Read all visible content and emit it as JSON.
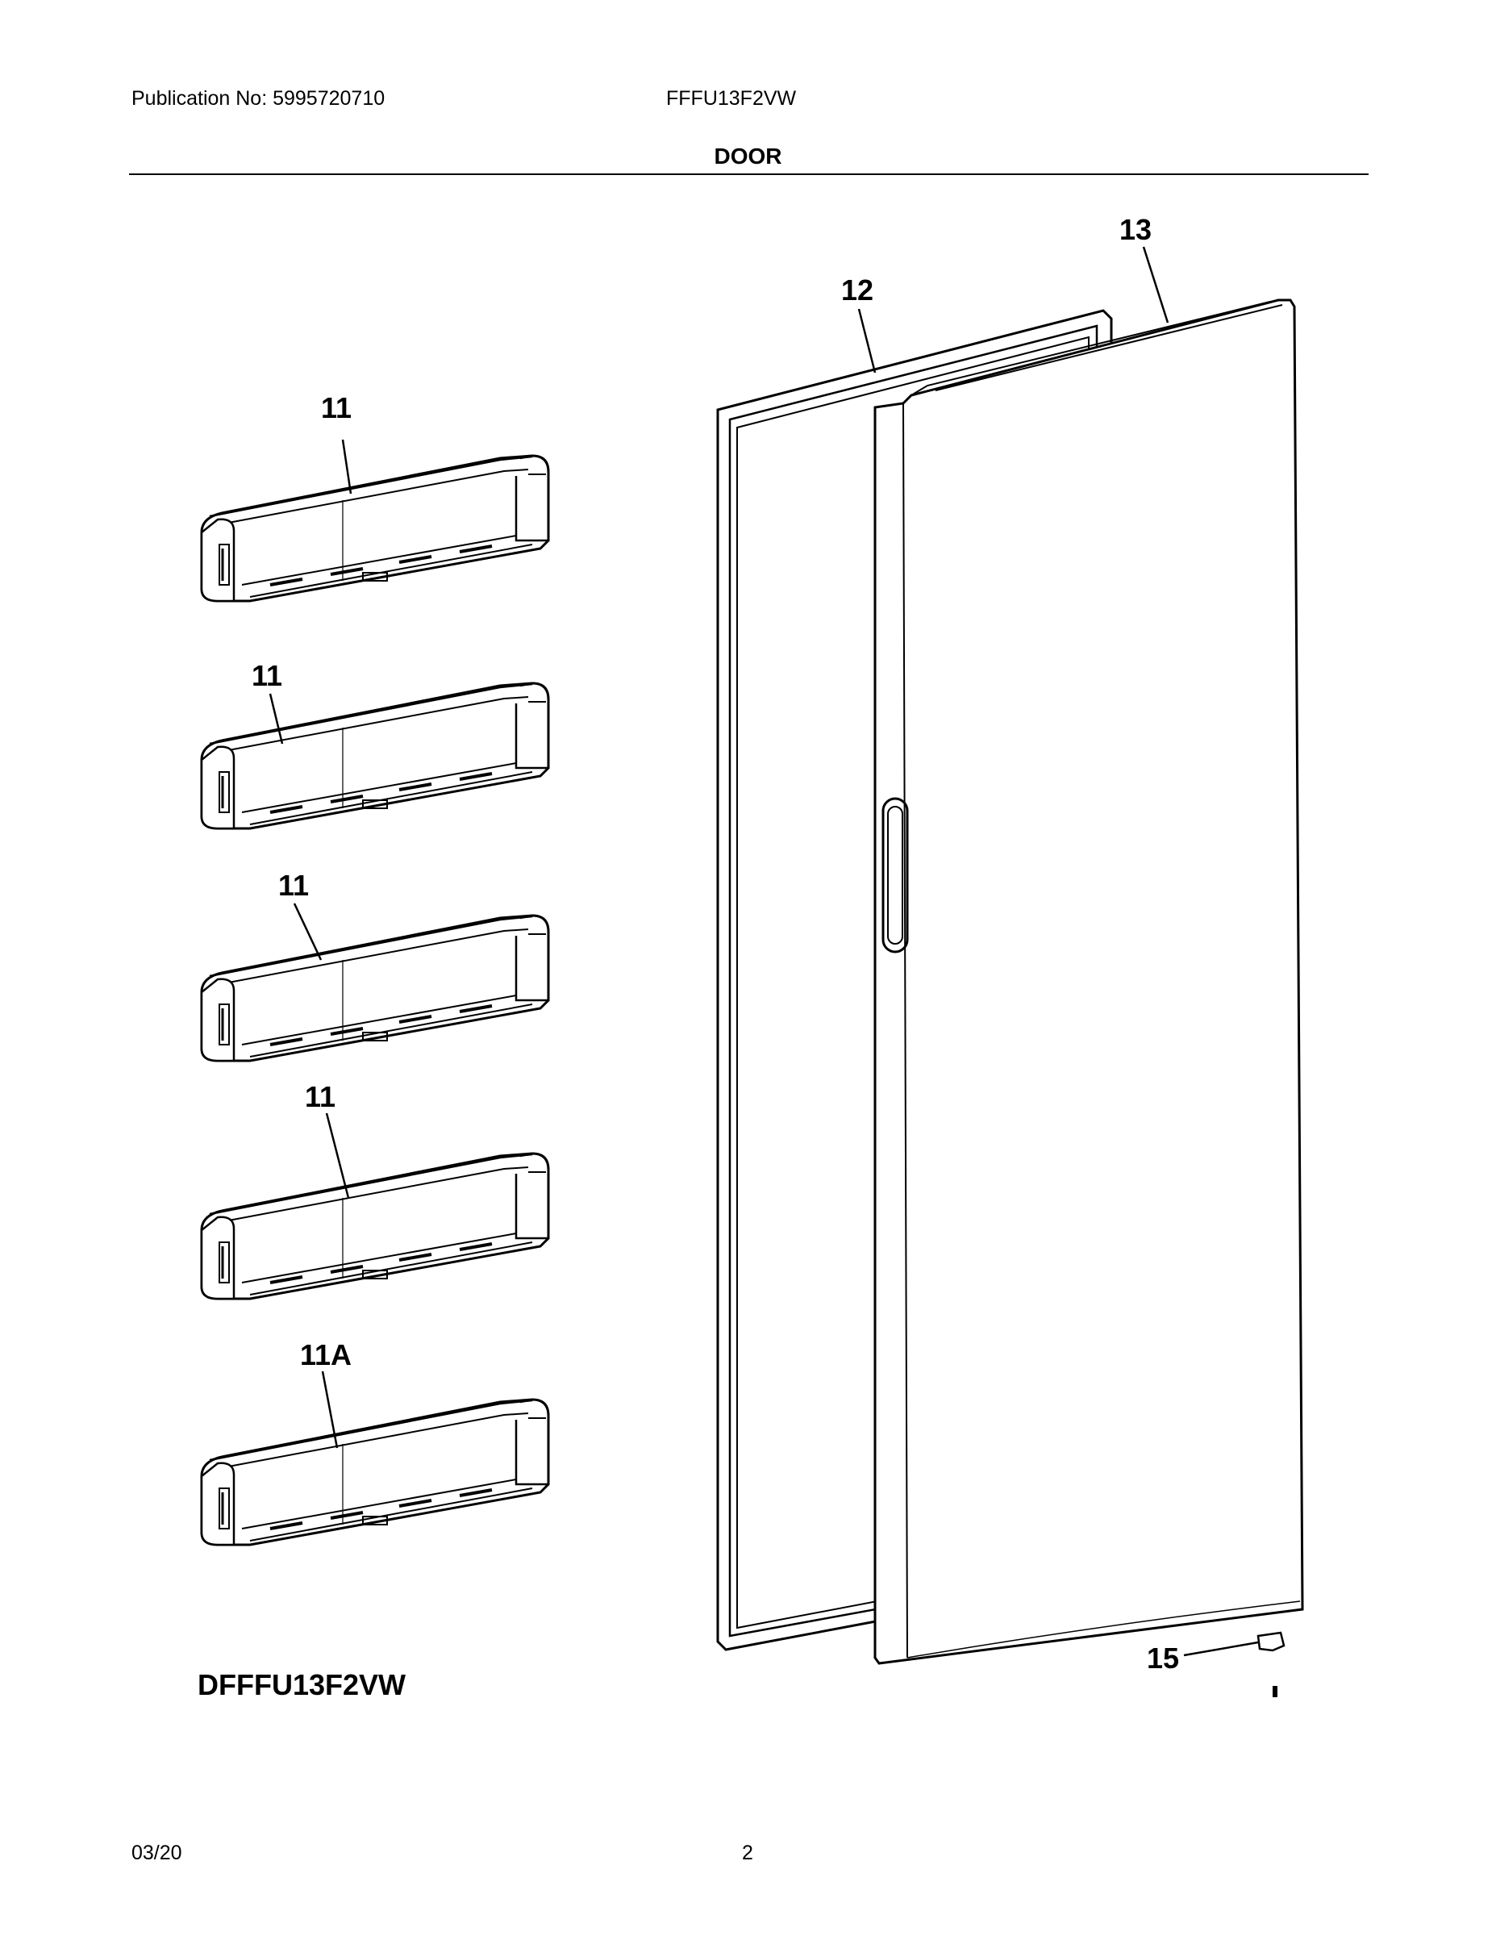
{
  "header": {
    "publication": "Publication No: 5995720710",
    "model": "FFFU13F2VW",
    "section_title": "DOOR"
  },
  "diagram": {
    "callouts": {
      "bin1": "11",
      "bin2": "11",
      "bin3": "11",
      "bin4": "11",
      "bin5": "11A",
      "gasket": "12",
      "door": "13",
      "hinge": "15"
    },
    "diagram_id": "DFFFU13F2VW"
  },
  "footer": {
    "date": "03/20",
    "page": "2"
  }
}
